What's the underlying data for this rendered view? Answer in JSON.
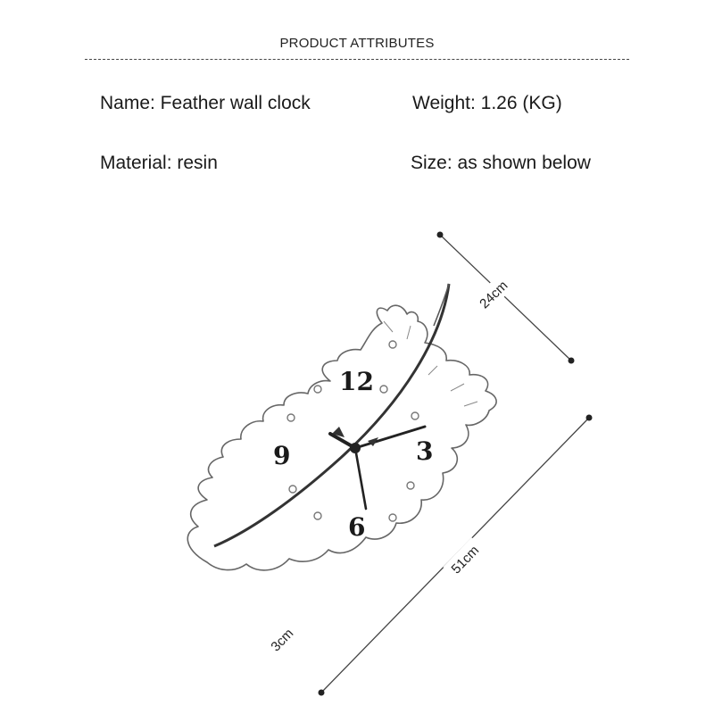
{
  "header": {
    "title": "PRODUCT ATTRIBUTES"
  },
  "attributes": {
    "name": "Name: Feather wall clock",
    "weight": "Weight: 1.26 (KG)",
    "material": "Material: resin",
    "size": "Size: as shown below"
  },
  "dimensions": {
    "width": "24cm",
    "length": "51cm",
    "depth": "3cm"
  },
  "clock": {
    "numeral_12": "12",
    "numeral_3": "3",
    "numeral_6": "6",
    "numeral_9": "9"
  }
}
